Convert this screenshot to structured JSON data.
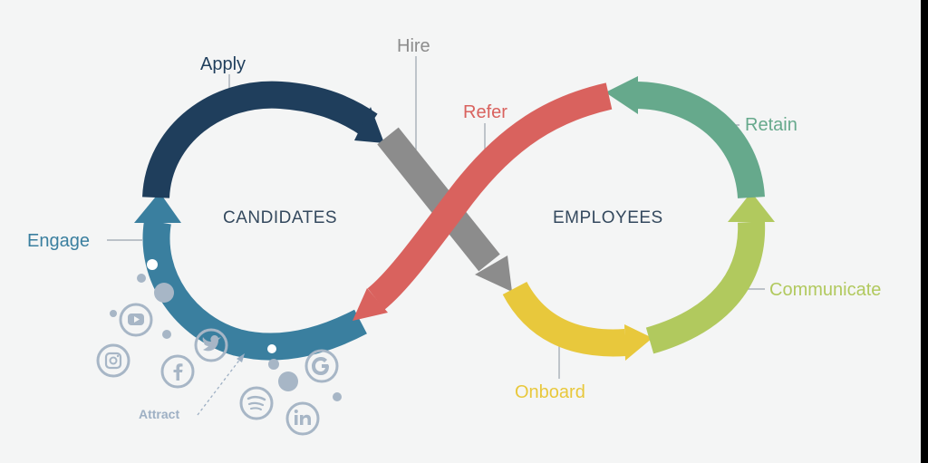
{
  "stages": {
    "apply": {
      "label": "Apply",
      "color": "#1f3e5c"
    },
    "hire": {
      "label": "Hire",
      "color": "#8c8c8c"
    },
    "refer": {
      "label": "Refer",
      "color": "#d9625e"
    },
    "retain": {
      "label": "Retain",
      "color": "#66a98c"
    },
    "engage": {
      "label": "Engage",
      "color": "#3a7f9f"
    },
    "communicate": {
      "label": "Communicate",
      "color": "#b1c95e"
    },
    "onboard": {
      "label": "Onboard",
      "color": "#e8c83c"
    }
  },
  "groups": {
    "left": "CANDIDATES",
    "right": "EMPLOYEES"
  },
  "attract": {
    "label": "Attract",
    "icons": [
      "youtube-icon",
      "twitter-icon",
      "instagram-icon",
      "facebook-icon",
      "google-icon",
      "spotify-icon",
      "linkedin-icon"
    ]
  }
}
